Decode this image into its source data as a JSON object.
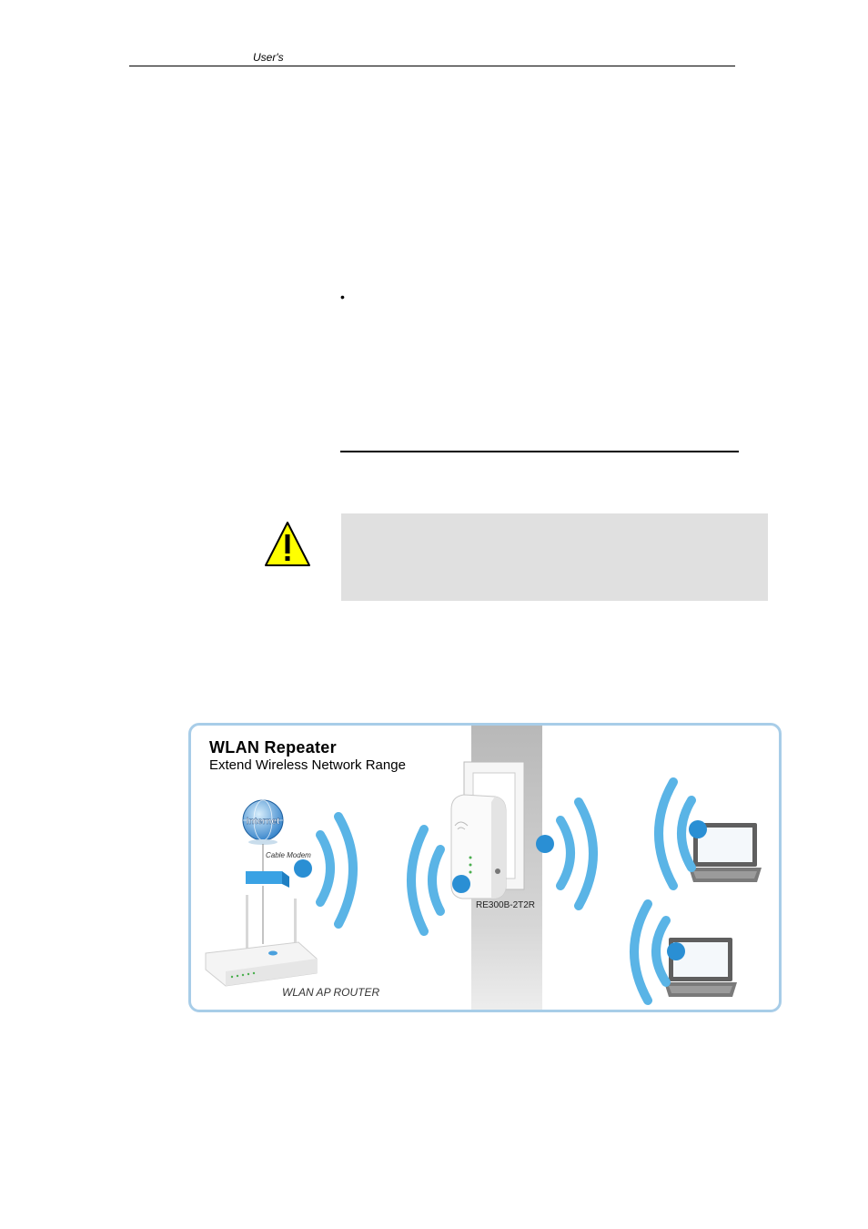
{
  "header": {
    "text": "User's"
  },
  "bullet": {
    "symbol": "•"
  },
  "figure": {
    "title": "WLAN Repeater",
    "subtitle": "Extend Wireless Network Range",
    "internet_label": "Internet",
    "modem_label": "Cable Modem",
    "repeater_label": "RE300B-2T2R",
    "router_label": "WLAN AP ROUTER"
  },
  "colors": {
    "wave": "#5ab4e6",
    "wave_dark": "#2a8fd4",
    "frame": "#a8cde8",
    "note_bg": "#e0e0e0",
    "warn": "#ffff00"
  }
}
